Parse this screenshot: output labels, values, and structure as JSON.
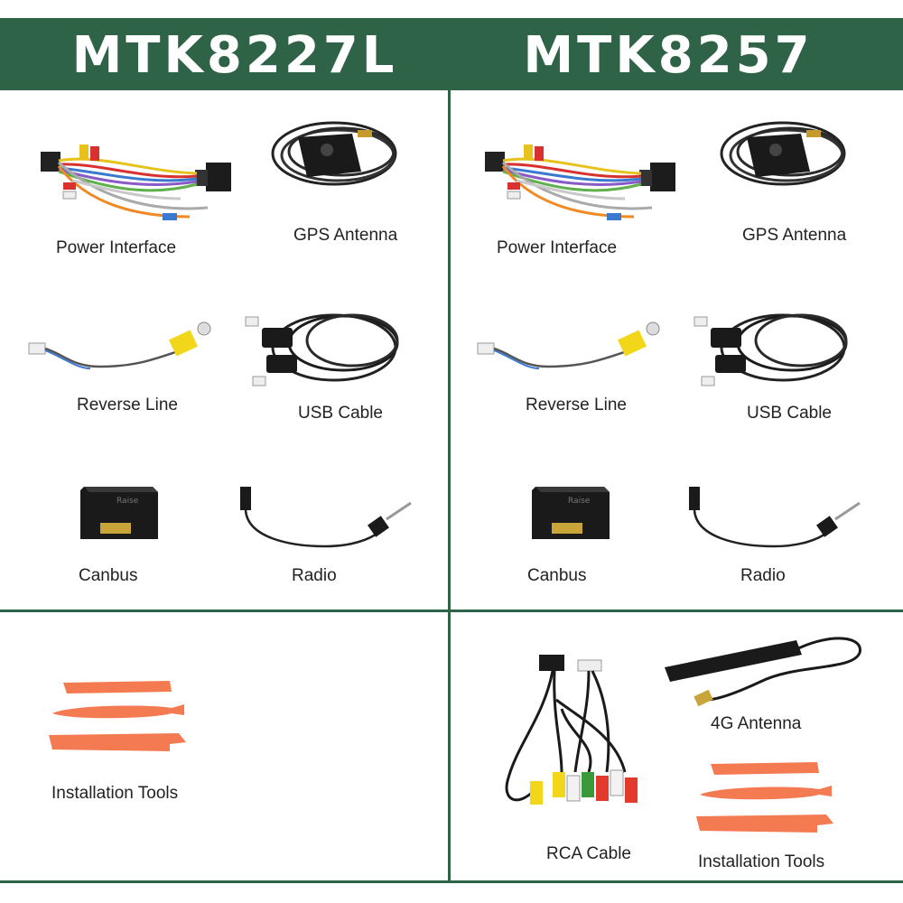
{
  "header": {
    "left_title": "MTK8227L",
    "right_title": "MTK8257"
  },
  "left_panel": {
    "items": [
      {
        "label": "Power Interface"
      },
      {
        "label": "GPS Antenna"
      },
      {
        "label": "Reverse Line"
      },
      {
        "label": "USB Cable"
      },
      {
        "label": "Canbus"
      },
      {
        "label": "Radio"
      }
    ],
    "extras": [
      {
        "label": "Installation Tools"
      }
    ]
  },
  "right_panel": {
    "items": [
      {
        "label": "Power Interface"
      },
      {
        "label": "GPS Antenna"
      },
      {
        "label": "Reverse Line"
      },
      {
        "label": "USB Cable"
      },
      {
        "label": "Canbus"
      },
      {
        "label": "Radio"
      }
    ],
    "extras": [
      {
        "label": "RCA Cable"
      },
      {
        "label": "4G Antenna"
      },
      {
        "label": "Installation Tools"
      }
    ]
  },
  "canbus_brand": "Raise",
  "colors": {
    "header_bg": "#2f6347",
    "divider": "#2f6347",
    "tool_orange": "#f47a52",
    "rca_yellow": "#f2d61a",
    "rca_red": "#e23b2e",
    "rca_white": "#f2f2f2",
    "rca_green": "#3a9a3a"
  }
}
